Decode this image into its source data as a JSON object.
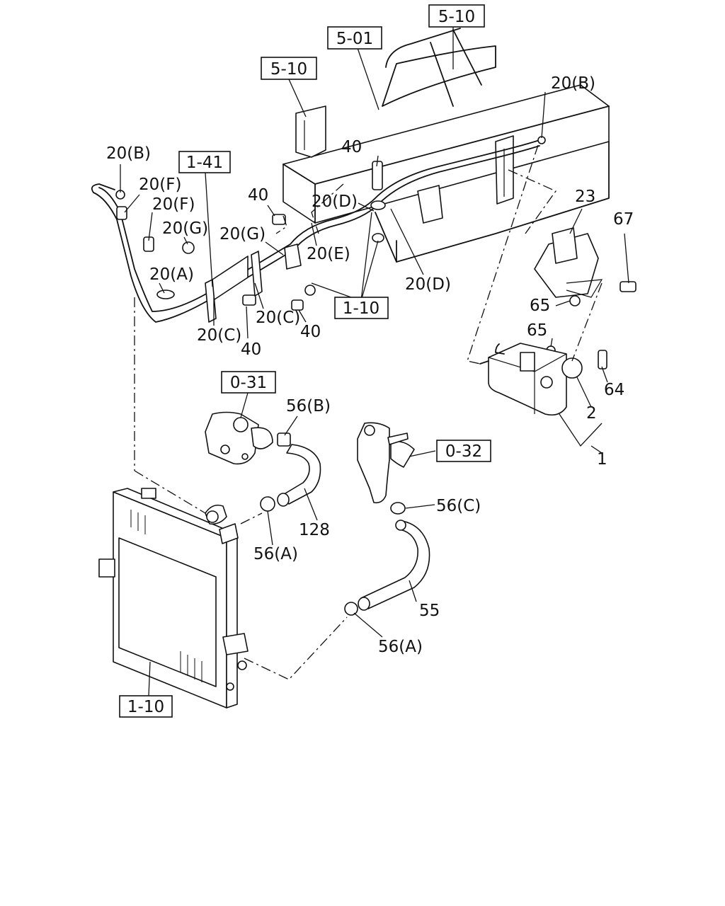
{
  "labels": {
    "ref_5_10_top": "5-10",
    "ref_5_01": "5-01",
    "ref_5_10_left": "5-10",
    "ref_1_41": "1-41",
    "ref_1_10_mid": "1-10",
    "ref_0_31": "0-31",
    "ref_0_32": "0-32",
    "ref_1_10_bottom": "1-10",
    "c20b_right": "20(B)",
    "c20b_left": "20(B)",
    "c20f_1": "20(F)",
    "c20f_2": "20(F)",
    "c20g_left": "20(G)",
    "c20a": "20(A)",
    "c20g_mid": "20(G)",
    "c20d_top": "20(D)",
    "c20e": "20(E)",
    "c20d_bottom": "20(D)",
    "c20c_left": "20(C)",
    "c20c_mid": "20(C)",
    "bolt40_top": "40",
    "bolt40_mid": "40",
    "bolt40_right": "40",
    "bolt40_bottom": "40",
    "p23": "23",
    "p67": "67",
    "p65_a": "65",
    "p65_b": "65",
    "p64": "64",
    "p2": "2",
    "p1": "1",
    "p56b": "56(B)",
    "p56c": "56(C)",
    "p56a_left": "56(A)",
    "p56a_bottom": "56(A)",
    "p128": "128",
    "p55": "55"
  }
}
